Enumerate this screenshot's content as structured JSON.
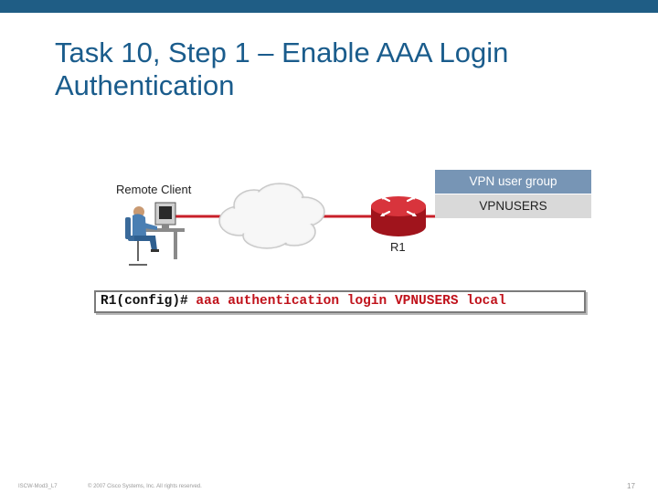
{
  "slide": {
    "title_line1": "Task 10, Step 1 – Enable AAA Login",
    "title_line2": "Authentication"
  },
  "diagram": {
    "client_label": "Remote Client",
    "router_label": "R1",
    "group_table": {
      "header": "VPN user group",
      "value": "VPNUSERS"
    },
    "cli": {
      "prompt": "R1(config)#",
      "command": "aaa authentication login VPNUSERS local"
    },
    "icons": [
      "person-at-computer-icon",
      "cloud-icon",
      "router-icon"
    ]
  },
  "footer": {
    "course_code": "ISCW-Mod3_L7",
    "copyright": "© 2007 Cisco Systems, Inc. All rights reserved.",
    "page_number": "17"
  },
  "colors": {
    "top_bar": "#1f5d85",
    "title": "#1a5c8c",
    "link_line": "#c8202a",
    "table_header": "#7795b5",
    "table_row": "#d9d9d9",
    "command": "#c0121b",
    "router": "#c8202a"
  }
}
